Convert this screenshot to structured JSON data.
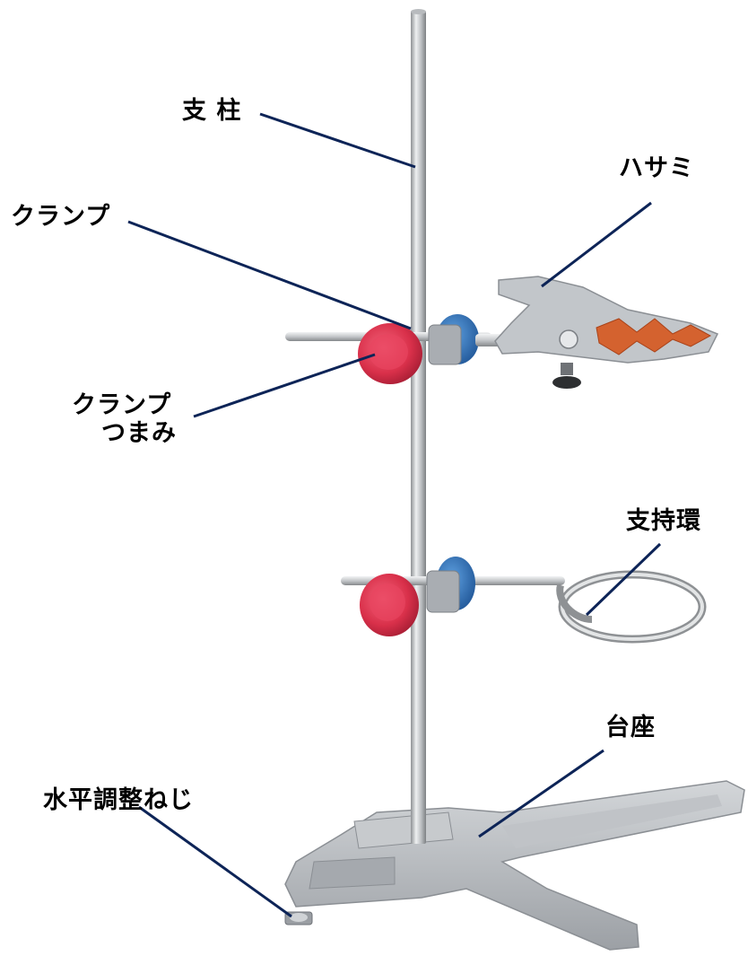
{
  "labels": {
    "pillar": "支 柱",
    "clip": "ハサミ",
    "clamp": "クランプ",
    "clamp_knob_line1": "クランプ",
    "clamp_knob_line2": "つまみ",
    "support_ring": "支持環",
    "base": "台座",
    "leveling_screw": "水平調整ねじ"
  },
  "colors": {
    "leader_line": "#0d2457",
    "knob_red": "#d9304a",
    "knob_blue": "#2a6fb8",
    "base_gray": "#b4b8bd",
    "rod_steel": "#c9cbcd",
    "clip_orange": "#d4622f"
  }
}
